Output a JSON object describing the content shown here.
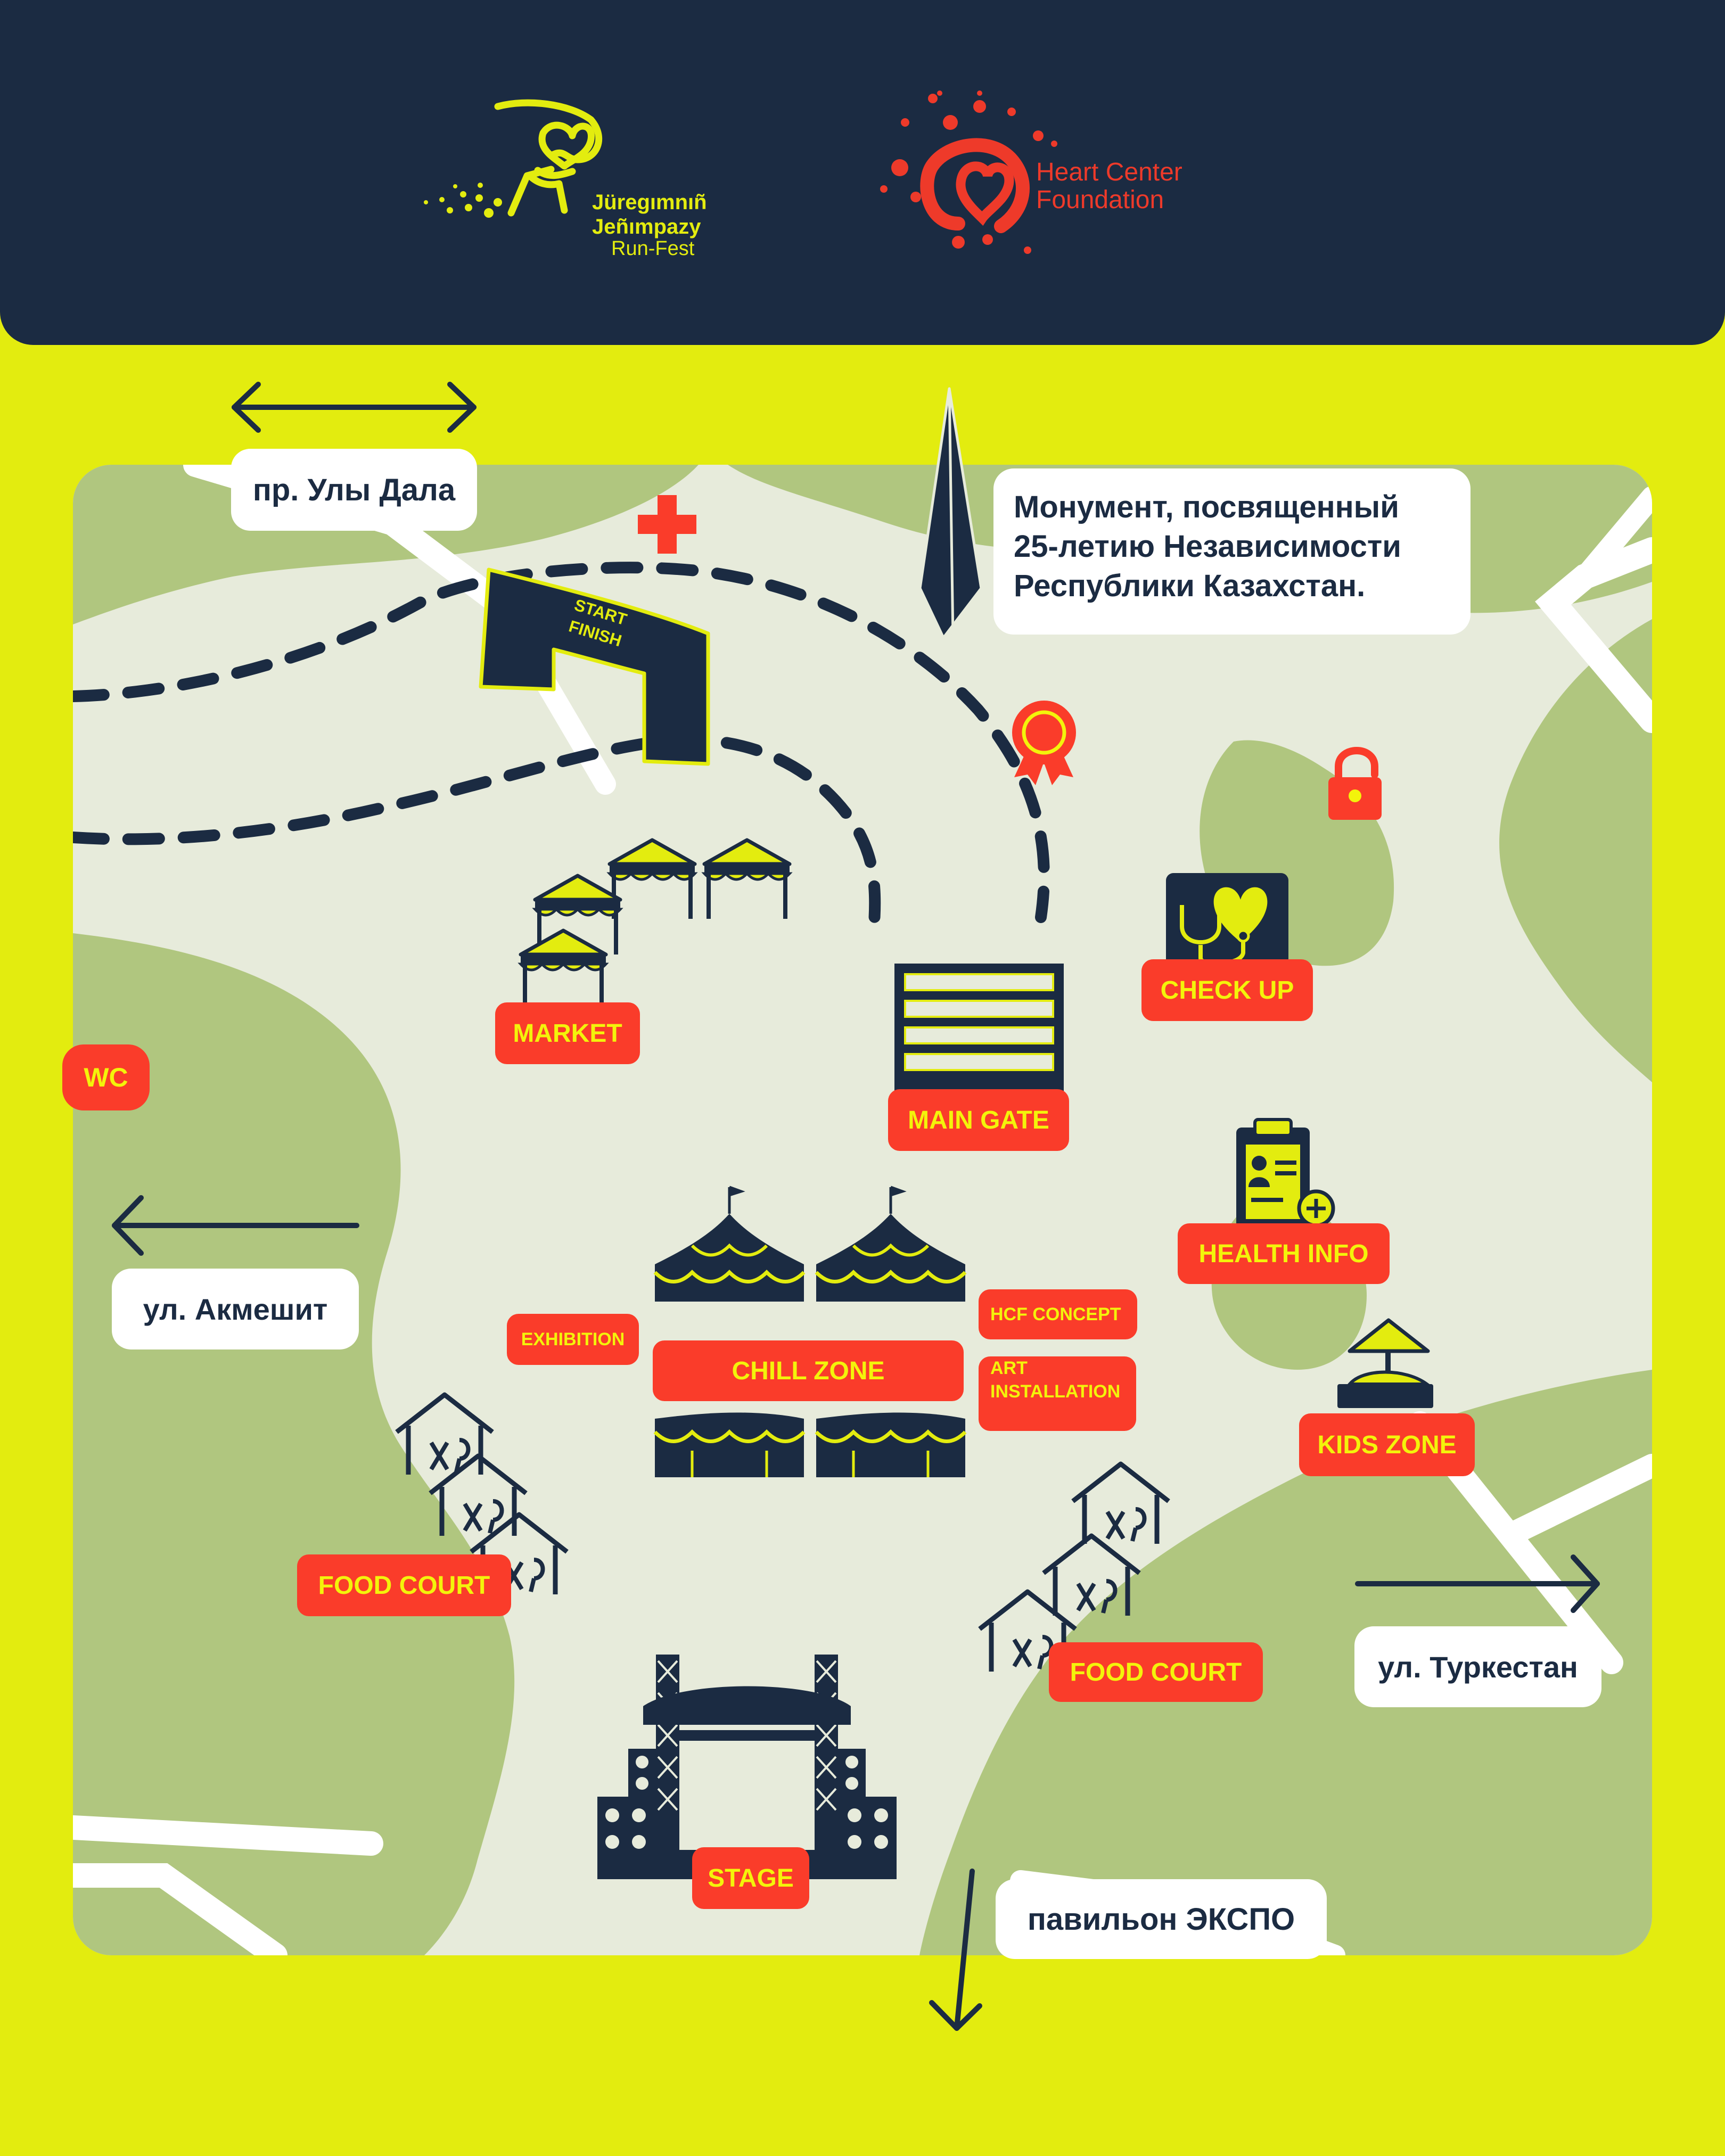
{
  "header": {
    "runfest_logo": {
      "line1": "Jüregımnıñ",
      "line2": "Jeñımpazy",
      "line3": "Run-Fest"
    },
    "hcf_logo": {
      "line1": "Heart Center",
      "line2": "Foundation"
    }
  },
  "streets": {
    "uly_dala": "пр. Улы Дала",
    "akmeshit": "ул. Акмешит",
    "turkestan": "ул. Туркестан",
    "expo": "павильон ЭКСПО"
  },
  "monument": {
    "line1": "Монумент, посвященный",
    "line2": "25-летию Независимости",
    "line3": "Республики Казахстан."
  },
  "start_finish": {
    "line1": "START",
    "line2": "FINISH"
  },
  "zones": {
    "market": "MARKET",
    "main_gate": "MAIN GATE",
    "check_up": "CHECK UP",
    "wc": "WC",
    "health_info": "HEALTH INFO",
    "exhibition": "EXHIBITION",
    "chill_zone": "CHILL ZONE",
    "hcf_concept": "HCF CONCEPT",
    "art_installation_line1": "ART",
    "art_installation_line2": "INSTALLATION",
    "kids_zone": "KIDS ZONE",
    "food_court_left": "FOOD COURT",
    "food_court_right": "FOOD COURT",
    "stage": "STAGE"
  },
  "icons": {
    "first_aid": "first-aid-cross-icon",
    "award": "award-rosette-icon",
    "lock": "lock-icon",
    "monument": "monument-icon"
  },
  "colors": {
    "background": "#E3EC0F",
    "header": "#1B2B42",
    "park_green": "#B0C67F",
    "path": "#E7EBDB",
    "label_red": "#FA3C2A",
    "label_yellow": "#F3F30B",
    "logo_yellow": "#E3EC0F",
    "logo_red": "#EE3A2A"
  }
}
